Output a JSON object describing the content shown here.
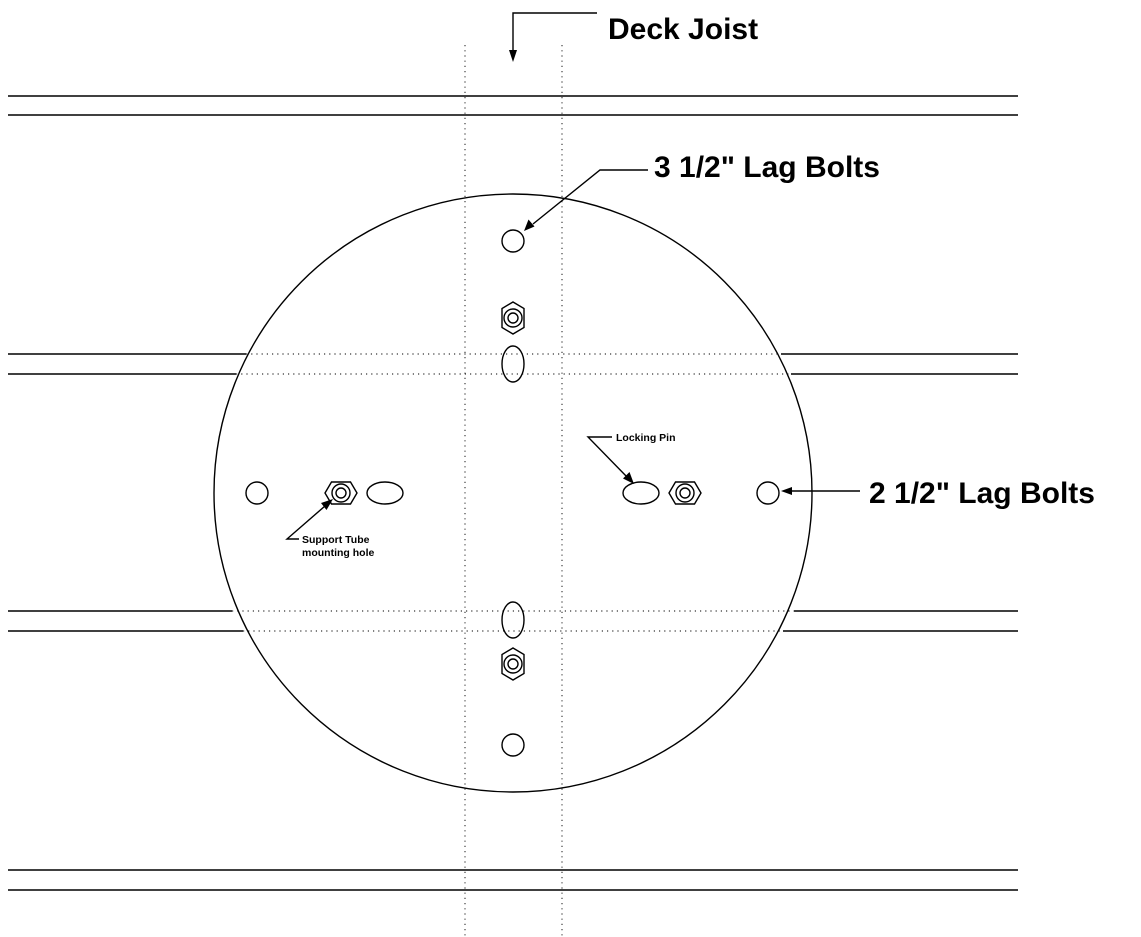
{
  "labels": {
    "deck_joist": "Deck Joist",
    "lag_bolts_3_5": "3 1/2\" Lag Bolts",
    "lag_bolts_2_5": "2 1/2\" Lag Bolts",
    "locking_pin": "Locking Pin",
    "support_tube_line1": "Support Tube",
    "support_tube_line2": "mounting hole"
  },
  "colors": {
    "line": "#000000",
    "background": "#ffffff"
  }
}
